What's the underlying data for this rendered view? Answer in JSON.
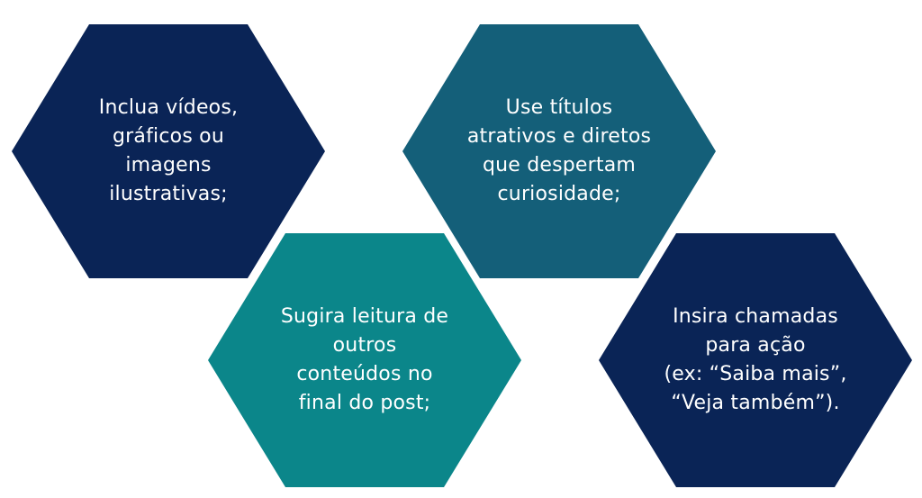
{
  "hexagons": [
    {
      "color": "#0a2456",
      "lines": [
        "Inclua vídeos,",
        "gráficos ou",
        "imagens",
        "ilustrativas;"
      ]
    },
    {
      "color": "#145f79",
      "lines": [
        "Use títulos",
        "atrativos e diretos",
        "que despertam",
        "curiosidade;"
      ]
    },
    {
      "color": "#0b868a",
      "lines": [
        "Sugira leitura de",
        "outros",
        "conteúdos no",
        "final do post;"
      ]
    },
    {
      "color": "#0a2456",
      "lines": [
        "Insira chamadas",
        "para ação",
        "(ex: “Saiba mais”,",
        "“Veja também”)."
      ]
    }
  ]
}
